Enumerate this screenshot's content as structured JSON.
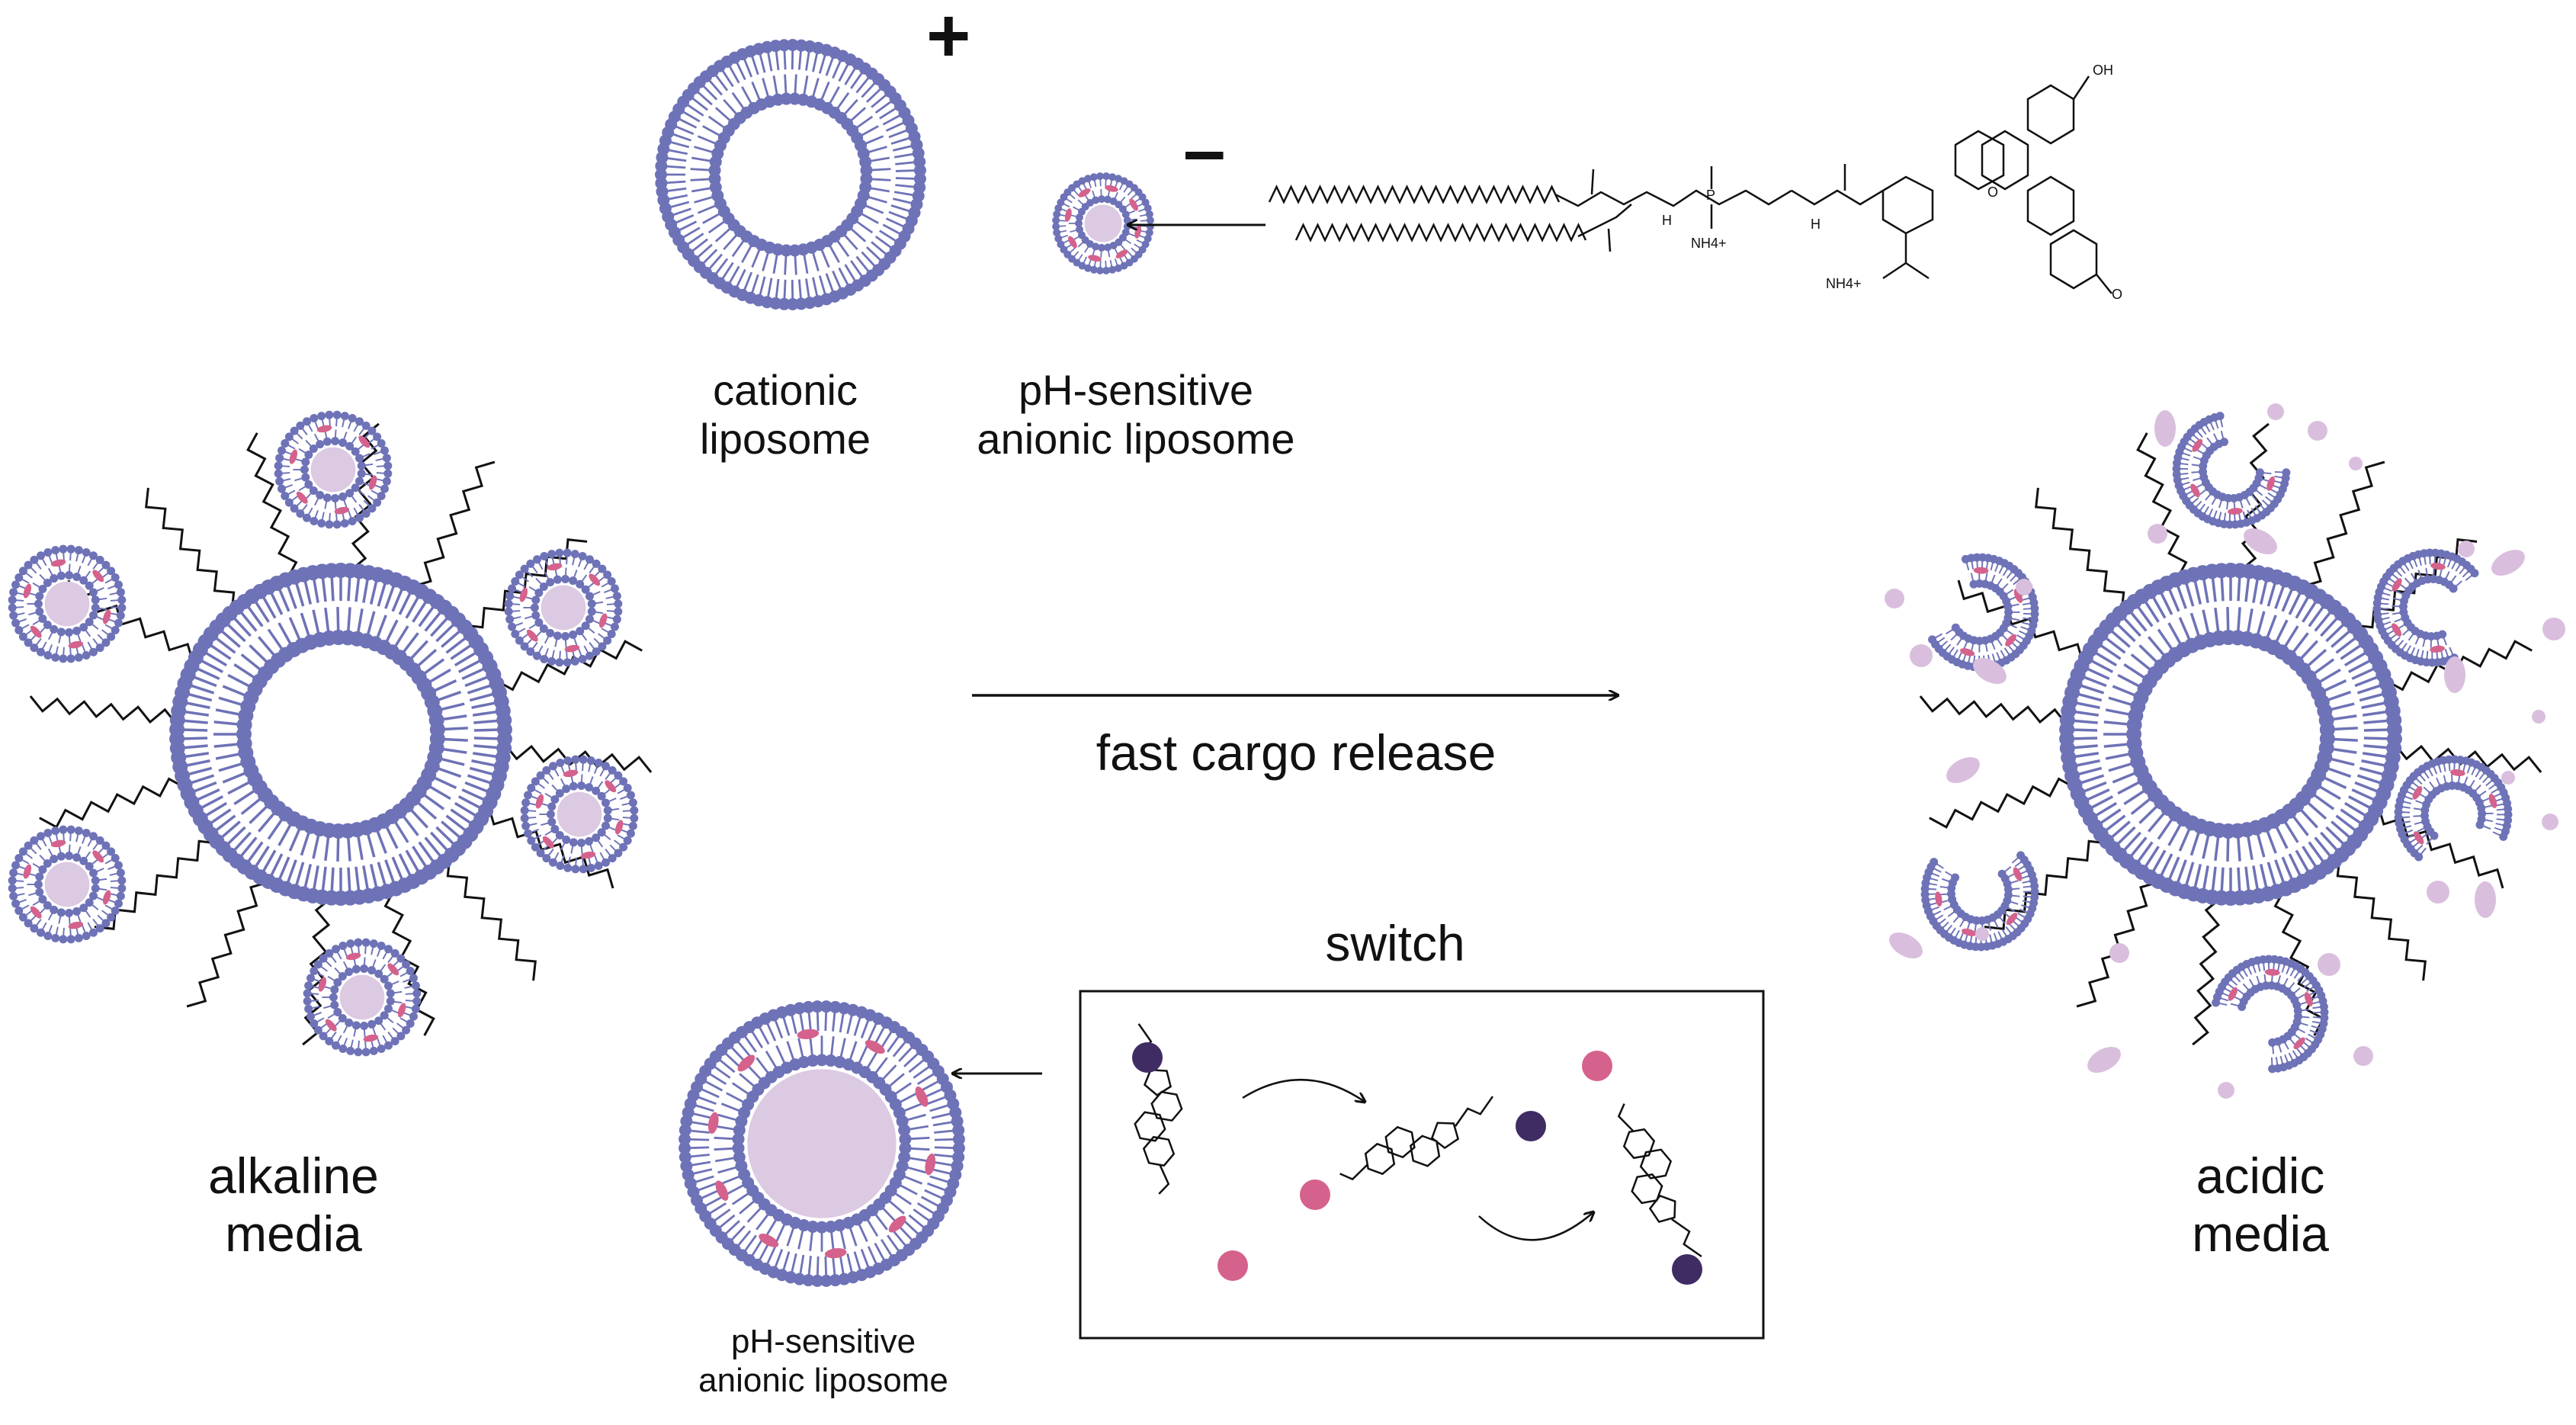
{
  "colors": {
    "lipid": "#6e72b6",
    "core": "#dcc9e2",
    "release": "#d9bfdd",
    "switch_pink": "#d5628c",
    "switch_dark": "#3e2c63",
    "line": "#111111"
  },
  "top": {
    "plus_sign": "+",
    "minus_sign": "–",
    "cationic_label": [
      "cationic",
      "liposome"
    ],
    "anionic_label": [
      "pH-sensitive",
      "anionic liposome"
    ],
    "structure_labels": {
      "oh": "OH",
      "ammonium_1": "NH4+",
      "ammonium_2": "NH4+",
      "h1": "H",
      "h2": "H",
      "o1": "O",
      "o2": "O",
      "p": "P"
    }
  },
  "left": {
    "label": [
      "alkaline",
      "media"
    ]
  },
  "right": {
    "label": [
      "acidic",
      "media"
    ]
  },
  "center": {
    "arrow_label": "fast cargo release"
  },
  "switch": {
    "title": "switch",
    "liposome_label": [
      "pH-sensitive",
      "anionic liposome"
    ]
  }
}
